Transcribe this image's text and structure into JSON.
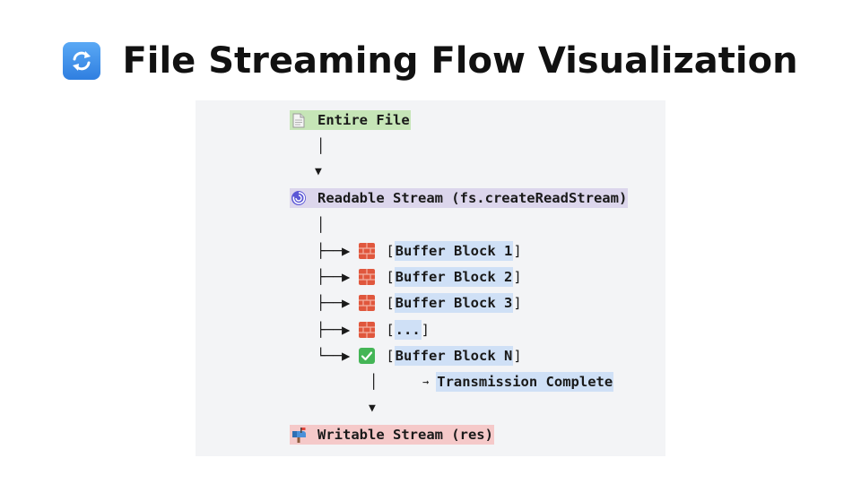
{
  "title": {
    "icon": "repeat-arrows-icon",
    "text": "File Streaming Flow Visualization"
  },
  "diagram": {
    "source": {
      "icon": "document-icon",
      "label": "Entire File"
    },
    "connector_vertical": "│",
    "arrow_down": "▼",
    "readable_stream": {
      "icon": "cyclone-icon",
      "label": "Readable Stream (fs.createReadStream)"
    },
    "branches": [
      {
        "prefix": "├──▶",
        "icon": "brick-icon",
        "open": "[",
        "label": "Buffer Block 1",
        "close": "]"
      },
      {
        "prefix": "├──▶",
        "icon": "brick-icon",
        "open": "[",
        "label": "Buffer Block 2",
        "close": "]"
      },
      {
        "prefix": "├──▶",
        "icon": "brick-icon",
        "open": "[",
        "label": "Buffer Block 3",
        "close": "]"
      },
      {
        "prefix": "├──▶",
        "icon": "brick-icon",
        "open": "[",
        "label": "...",
        "close": "]"
      },
      {
        "prefix": "└──▶",
        "icon": "check-mark-icon",
        "open": "[",
        "label": "Buffer Block N",
        "close": "]"
      }
    ],
    "completion": {
      "arrow": "→",
      "label": "Transmission Complete"
    },
    "destination": {
      "icon": "mailbox-icon",
      "label": "Writable Stream (res)"
    },
    "colors": {
      "source_highlight": "#c6e5b7",
      "readable_highlight": "#dcd6ec",
      "buffer_highlight": "#cfe0f6",
      "destination_highlight": "#f5c9c9",
      "panel_background": "#f3f4f6"
    }
  }
}
